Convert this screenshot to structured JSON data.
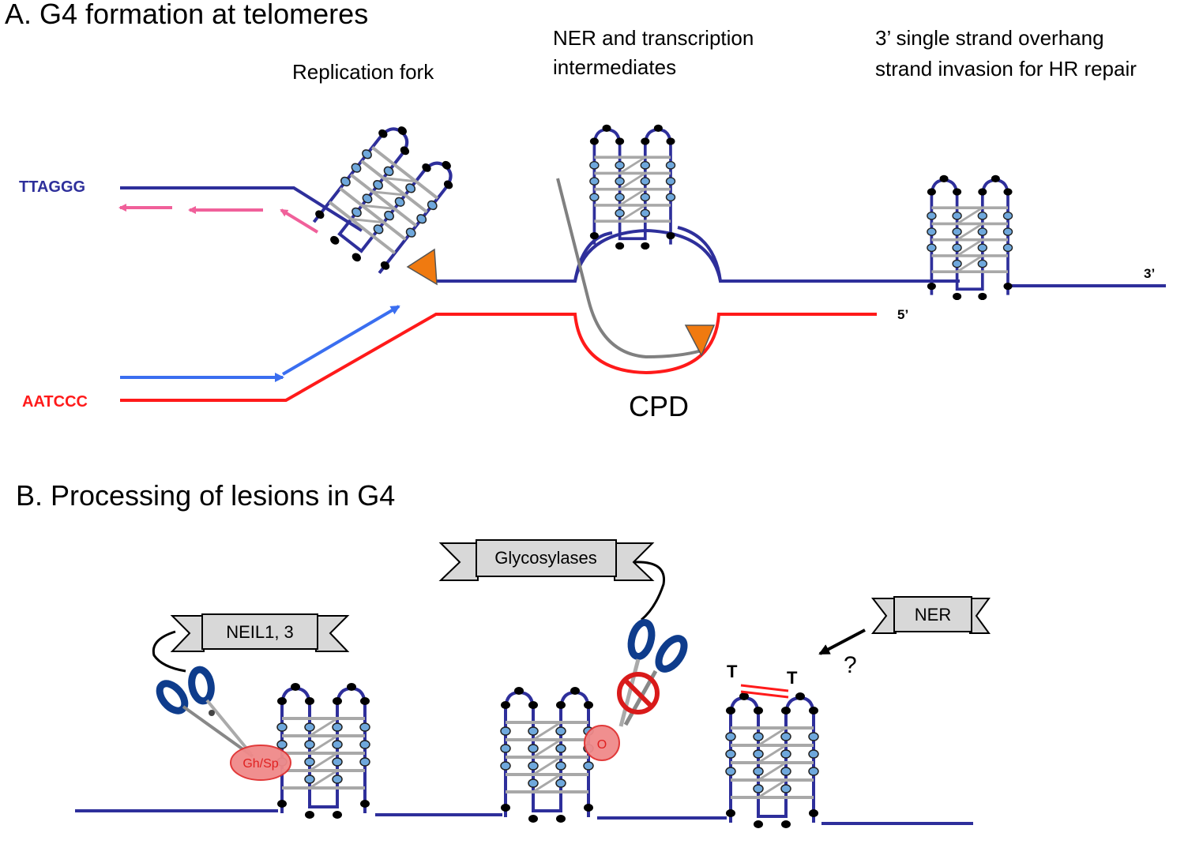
{
  "panel_a": {
    "title": "A. G4 formation at telomeres",
    "fork_label": "Replication fork",
    "ner_label_line1": "NER  and transcription",
    "ner_label_line2": "intermediates",
    "overhang_label_line1": "3’ single strand overhang",
    "overhang_label_line2": "strand invasion for HR repair",
    "top_strand_label": "TTAGGG",
    "bottom_strand_label": "AATCCC",
    "five_prime": "5’",
    "three_prime": "3’",
    "cpd_label": "CPD"
  },
  "panel_b": {
    "title": "B. Processing of lesions in G4",
    "banner_neil": "NEIL1, 3",
    "banner_glyco": "Glycosylases",
    "banner_ner": "NER",
    "lesion_ghsp": "Gh/Sp",
    "lesion_o": "O",
    "thymine_1": "T",
    "thymine_2": "T",
    "question": "?"
  },
  "colors": {
    "g_strand": "#2e2f9b",
    "c_strand": "#ff1a1a",
    "lagging_arrow": "#f0609a",
    "leading_arrow": "#3a6ef0",
    "tetrad_node": "#6fa8dc",
    "loop_node": "#000000",
    "rung": "#a8a8a8",
    "lesion_fill": "#f08a8a",
    "lesion_stroke": "#e03030",
    "polymerase": "#f07a10",
    "banner_fill": "#d8d8d8",
    "scissors_blade": "#0e3c8c",
    "no_sign": "#d91a1a"
  }
}
